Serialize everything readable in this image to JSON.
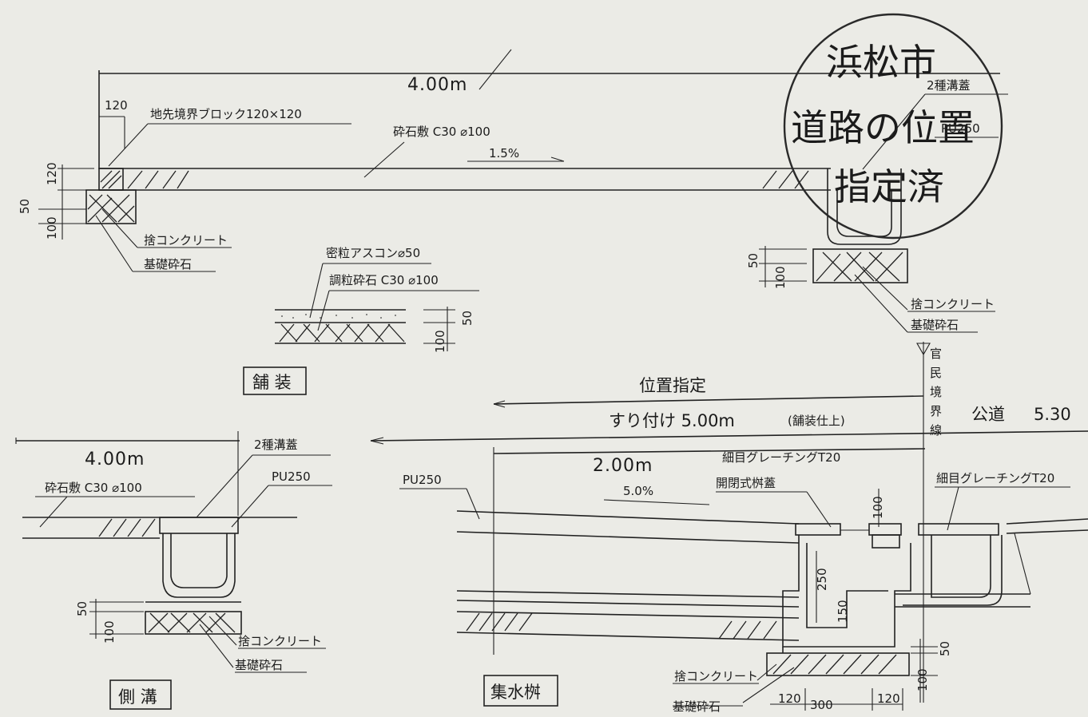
{
  "road_section": {
    "width": "4.00m",
    "curb_width": "120",
    "curb_block": "地先境界ブロック120×120",
    "gravel_paving": "砕石敷 C30 ⌀100",
    "slope": "1.5%",
    "curb_height": "120",
    "curb_total": "50",
    "curb_base": "100",
    "lean_concrete": "捨コンクリート",
    "base_gravel": "基礎砕石",
    "gutter_cover": "2種溝蓋",
    "gutter": "PU250",
    "right_dim_50": "50",
    "right_dim_100": "100",
    "right_lean_concrete": "捨コンクリート",
    "right_base_gravel": "基礎砕石"
  },
  "paving_detail": {
    "asphalt": "密粒アスコン⌀50",
    "gravel": "調粒砕石 C30 ⌀100",
    "dim_50": "50",
    "dim_100": "100",
    "title": "舗 装"
  },
  "side_ditch": {
    "width": "4.00m",
    "cover": "2種溝蓋",
    "gutter": "PU250",
    "gravel_paving": "砕石敷 C30 ⌀100",
    "dim_50": "50",
    "dim_100": "100",
    "lean_concrete": "捨コンクリート",
    "base_gravel": "基礎砕石",
    "title": "側 溝"
  },
  "catch_basin": {
    "position_designation": "位置指定",
    "tie_in": "すり付け 5.00m",
    "tie_in_note": "(舗装仕上)",
    "public_road": "公道",
    "public_road_width": "5.30",
    "boundary_label": [
      "官",
      "民",
      "境",
      "界",
      "線"
    ],
    "gutter": "PU250",
    "width": "2.00m",
    "slope": "5.0%",
    "grating_left": "細目グレーチングT20",
    "openable_cover": "開閉式桝蓋",
    "grating_right": "細目グレーチングT20",
    "dim_100": "100",
    "dim_250": "250",
    "dim_150": "150",
    "dim_50": "50",
    "dim_bottom_100": "100",
    "dim_120_left": "120",
    "dim_300": "300",
    "dim_120_right": "120",
    "lean_concrete": "捨コンクリート",
    "base_gravel": "基礎砕石",
    "title": "集水桝"
  },
  "stamp": {
    "line1": "浜松市",
    "line2": "道路の位置",
    "line3": "指定済"
  }
}
